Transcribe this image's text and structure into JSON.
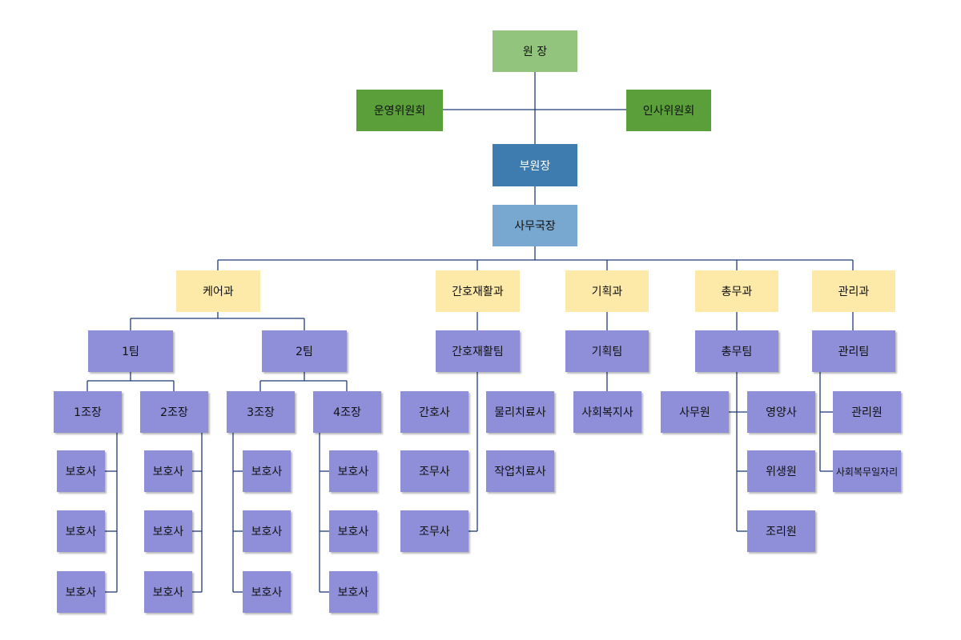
{
  "org": {
    "director": "원 장",
    "committee_ops": "운영위원회",
    "committee_hr": "인사위원회",
    "deputy": "부원장",
    "secretary": "사무국장",
    "departments": {
      "care": "케어과",
      "nursing": "간호재활과",
      "planning": "기획과",
      "general": "총무과",
      "management": "관리과"
    },
    "teams": {
      "care_1": "1팀",
      "care_2": "2팀",
      "nursing": "간호재활팀",
      "planning": "기획팀",
      "general": "총무팀",
      "management": "관리팀"
    },
    "groups": {
      "g1": "1조장",
      "g2": "2조장",
      "g3": "3조장",
      "g4": "4조장"
    },
    "caregiver": "보호사",
    "nursing_staff": {
      "nurse": "간호사",
      "aide_1": "조무사",
      "aide_2": "조무사",
      "physical_therapist": "물리치료사",
      "occupational_therapist": "작업치료사"
    },
    "planning_staff": {
      "social_worker": "사회복지사"
    },
    "general_staff": {
      "clerk": "사무원",
      "nutritionist": "영양사",
      "hygienist": "위생원",
      "cook": "조리원"
    },
    "management_staff": {
      "manager": "관리원",
      "senior_job": "사회복무일자리"
    }
  },
  "colors": {
    "director": "#93c47d",
    "committee": "#5b9f3b",
    "deputy": "#3e7bae",
    "secretary": "#78a8d0",
    "department": "#fde9a8",
    "staff": "#8e8fd8",
    "connector": "#1f3a78"
  }
}
